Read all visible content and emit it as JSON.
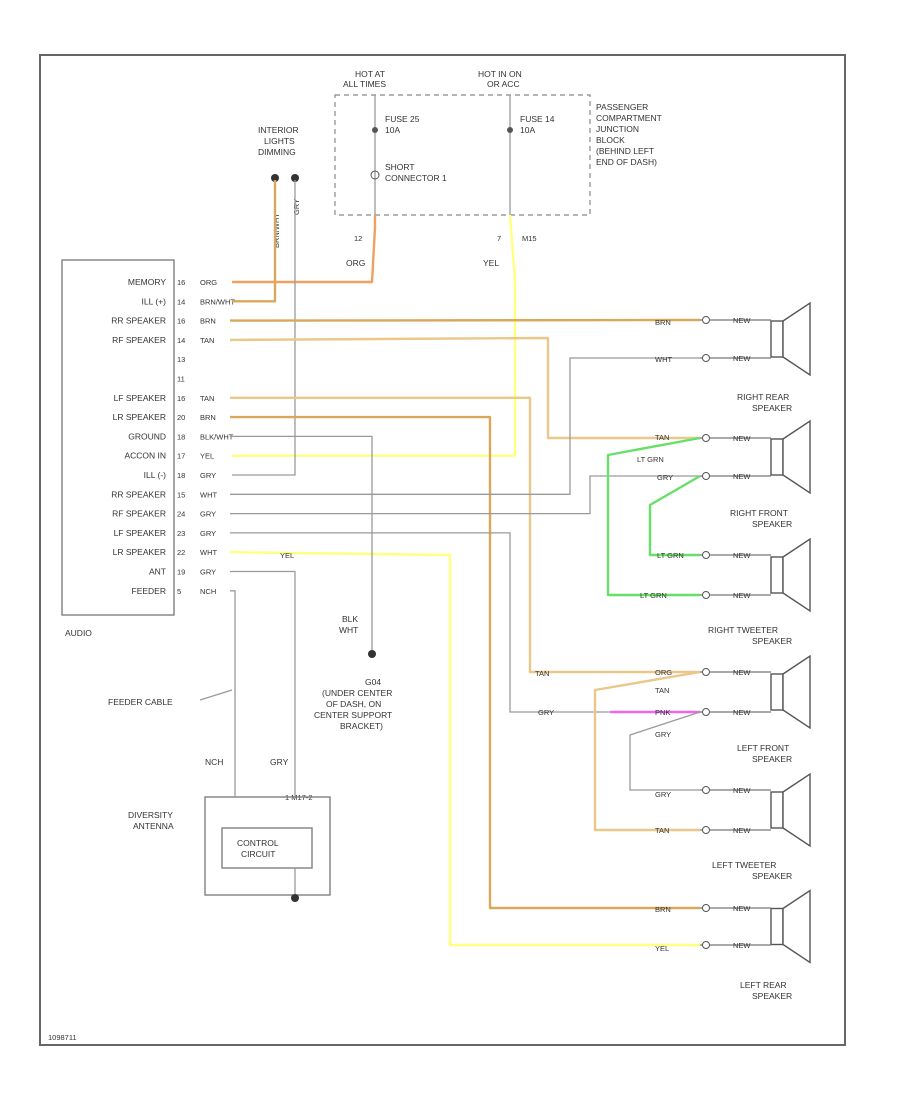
{
  "power": {
    "hot_at_all_times": [
      "HOT AT",
      "ALL TIMES"
    ],
    "hot_in_on": [
      "HOT IN ON",
      "OR ACC"
    ],
    "fuse1": [
      "FUSE 25",
      "10A"
    ],
    "fuse2": [
      "FUSE 14",
      "10A"
    ],
    "short_connector": [
      "SHORT",
      "CONNECTOR 1"
    ],
    "junction_block": [
      "PASSENGER",
      "COMPARTMENT",
      "JUNCTION",
      "BLOCK",
      "(BEHIND LEFT",
      "END OF DASH)"
    ],
    "pin_12": "12",
    "pin_7": "7",
    "pin_7_conn": "M15",
    "org": "ORG",
    "yel": "YEL"
  },
  "interior_lights": {
    "label": [
      "INTERIOR",
      "LIGHTS",
      "DIMMING"
    ],
    "wire1": "BRN/WHT",
    "wire2": "GRY"
  },
  "audio": {
    "label": "AUDIO",
    "pins": [
      {
        "name": "MEMORY",
        "pin": "16",
        "color": "ORG"
      },
      {
        "name": "ILL (+)",
        "pin": "14",
        "color": "BRN/WHT"
      },
      {
        "name": "RR SPEAKER",
        "pin": "16",
        "color": "BRN"
      },
      {
        "name": "RF SPEAKER",
        "pin": "14",
        "color": "TAN"
      },
      {
        "name": "",
        "pin": "13",
        "color": ""
      },
      {
        "name": "",
        "pin": "11",
        "color": ""
      },
      {
        "name": "LF SPEAKER",
        "pin": "16",
        "color": "TAN"
      },
      {
        "name": "LR SPEAKER",
        "pin": "20",
        "color": "BRN"
      },
      {
        "name": "GROUND",
        "pin": "18",
        "color": "BLK/WHT"
      },
      {
        "name": "ACCON IN",
        "pin": "17",
        "color": "YEL"
      },
      {
        "name": "ILL (-)",
        "pin": "18",
        "color": "GRY"
      },
      {
        "name": "RR SPEAKER",
        "pin": "15",
        "color": "WHT"
      },
      {
        "name": "RF SPEAKER",
        "pin": "24",
        "color": "GRY"
      },
      {
        "name": "LF SPEAKER",
        "pin": "23",
        "color": "GRY"
      },
      {
        "name": "LR SPEAKER",
        "pin": "22",
        "color": "WHT"
      },
      {
        "name": "ANT",
        "pin": "19",
        "color": "GRY"
      },
      {
        "name": "FEEDER",
        "pin": "5",
        "color": "NCH"
      }
    ]
  },
  "ground": {
    "wire": [
      "BLK",
      "WHT"
    ],
    "location": [
      "G04",
      "(UNDER CENTER",
      "OF DASH, ON",
      "CENTER SUPPORT",
      "BRACKET)"
    ]
  },
  "antenna": {
    "feeder_cable": "FEEDER CABLE",
    "nch": "NCH",
    "gry": "GRY",
    "module_conn": "1 M17-2",
    "diversity": [
      "DIVERSITY",
      "ANTENNA"
    ],
    "control": [
      "CONTROL",
      "CIRCUIT"
    ]
  },
  "speakers": {
    "right_rear": [
      "RIGHT REAR",
      "SPEAKER"
    ],
    "right_front": [
      "RIGHT FRONT",
      "SPEAKER"
    ],
    "right_tweeter": [
      "RIGHT TWEETER",
      "SPEAKER"
    ],
    "left_front": [
      "LEFT FRONT",
      "SPEAKER"
    ],
    "left_tweeter": [
      "LEFT TWEETER",
      "SPEAKER"
    ],
    "left_rear": [
      "LEFT REAR",
      "SPEAKER"
    ]
  },
  "wire_labels": {
    "brn": "BRN",
    "wht": "WHT",
    "tan": "TAN",
    "gry": "GRY",
    "yel": "YEL",
    "lt_grn": "LT GRN",
    "org": "ORG",
    "pnk": "PNK",
    "new": "NEW"
  },
  "colors": {
    "org": "#f0a060",
    "tan": "#e9c88a",
    "brn": "#d9a85a",
    "yel": "#ffff80",
    "ltgrn": "#66e066",
    "pnk": "#ee66ee",
    "gry": "#9a9a9a",
    "blk": "#555555"
  },
  "footer_id": "1098711"
}
